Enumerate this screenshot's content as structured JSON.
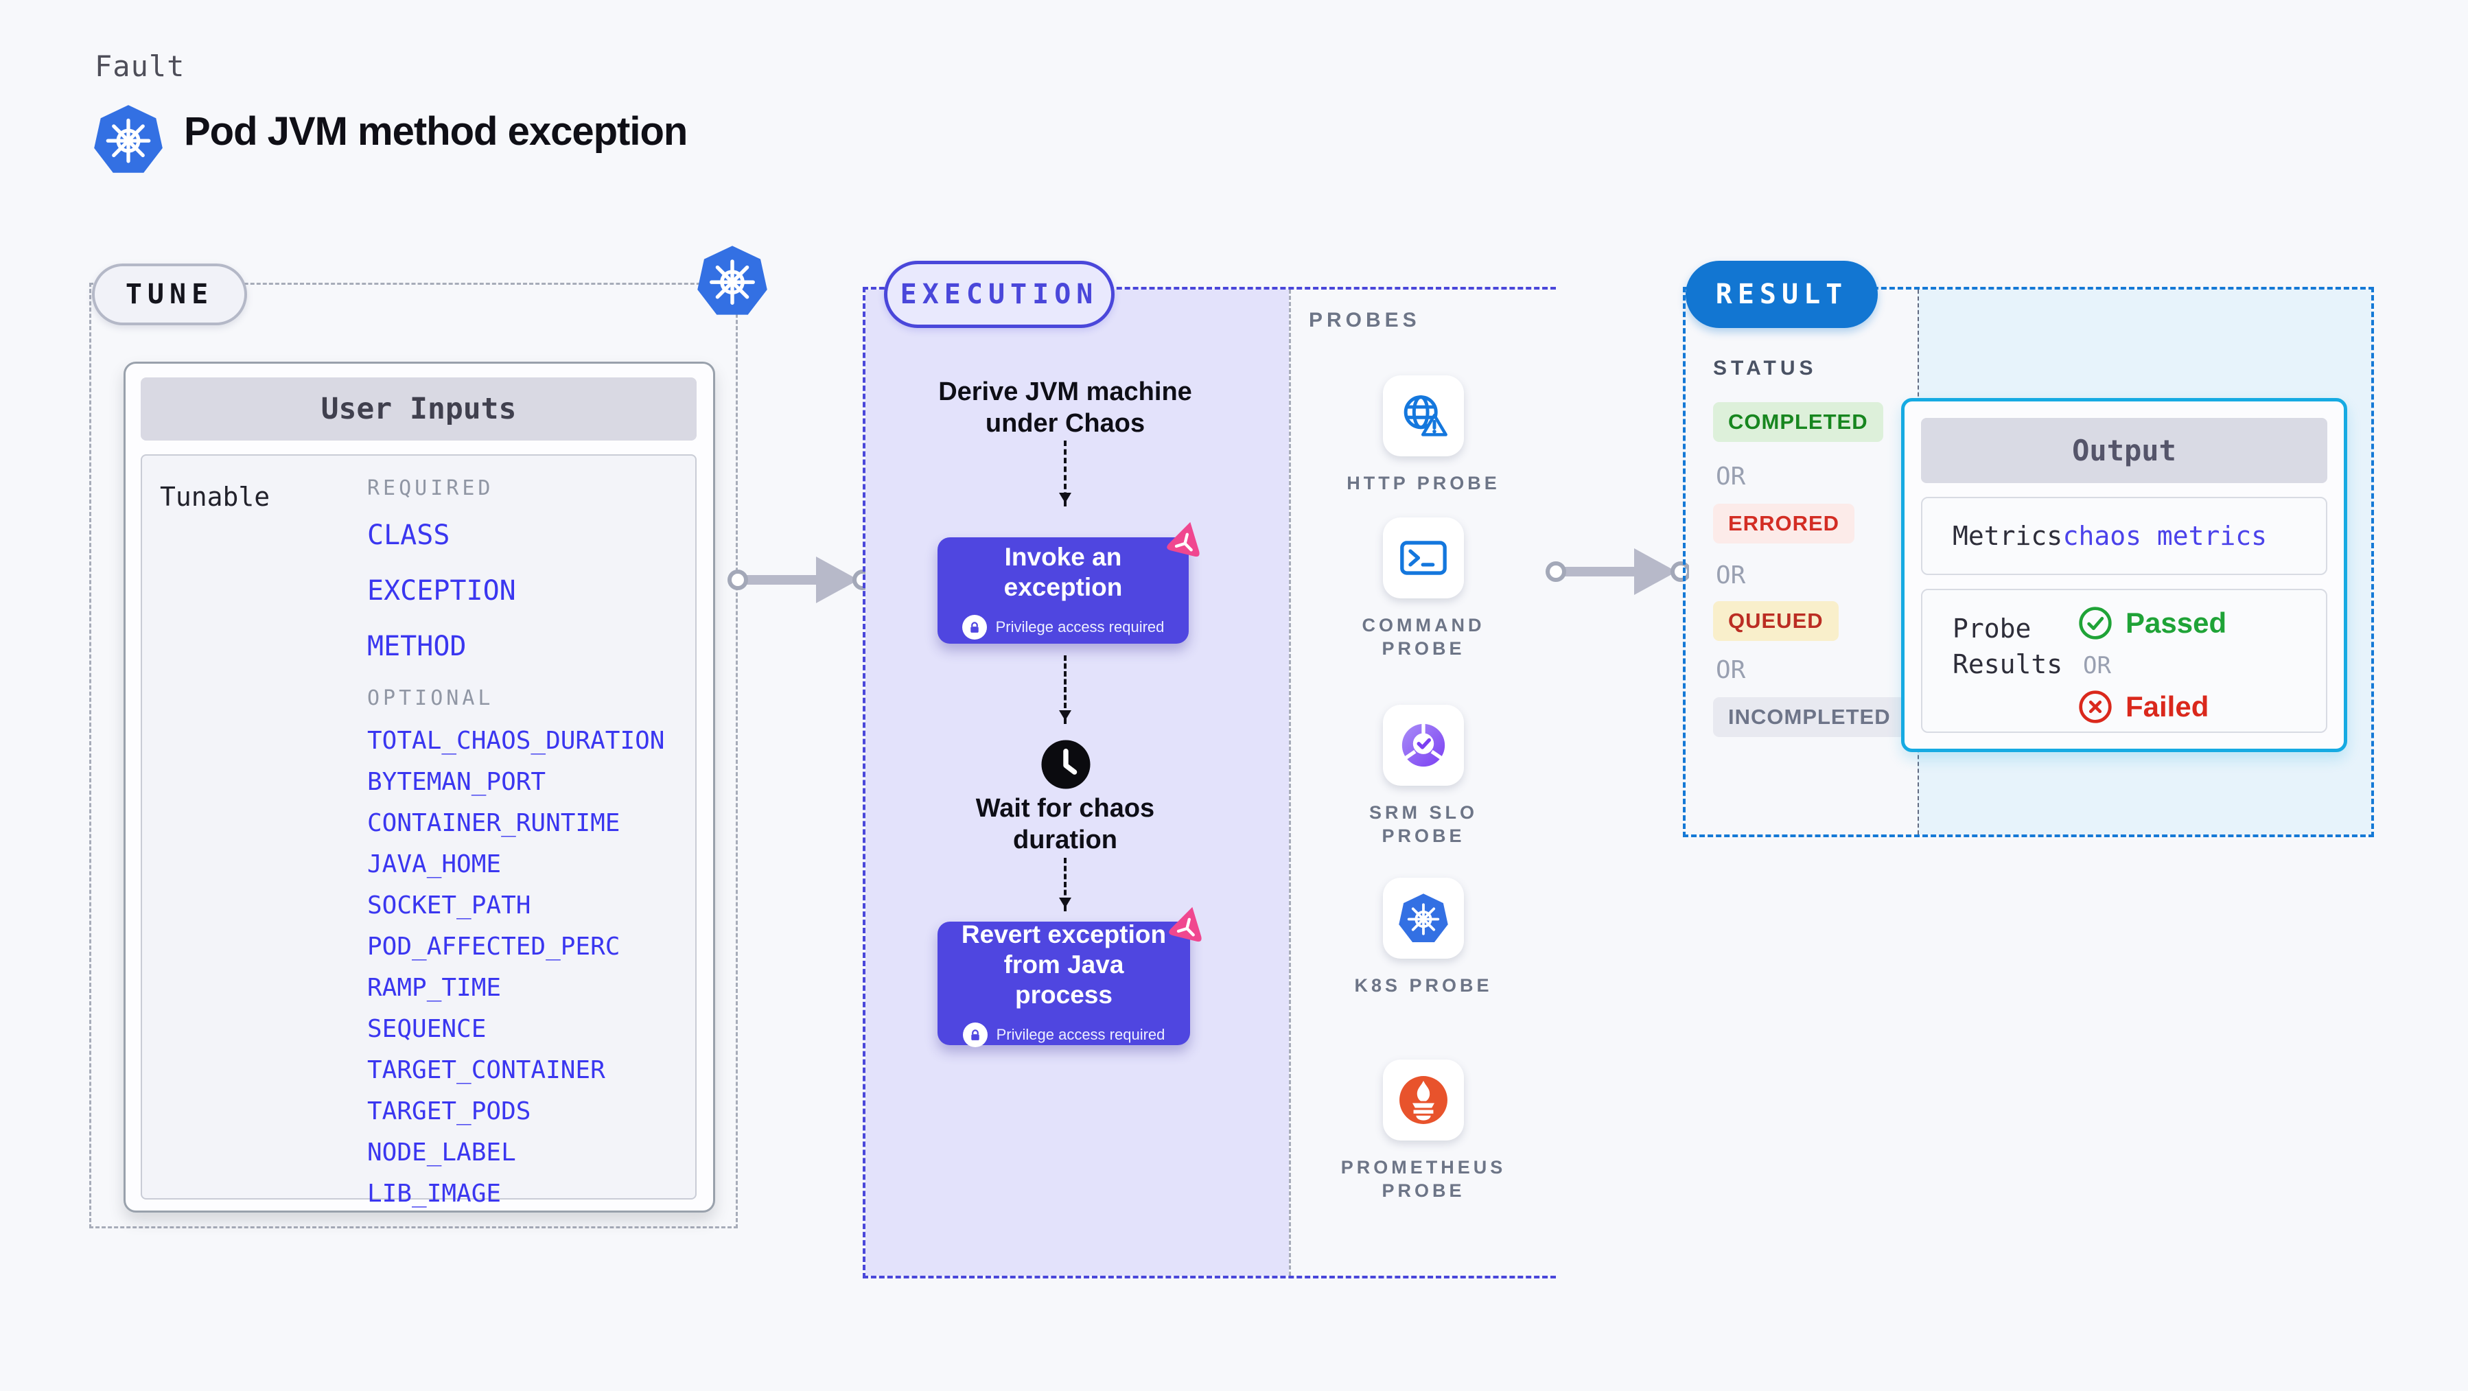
{
  "page": {
    "kicker": "Fault",
    "title": "Pod JVM method exception"
  },
  "tune": {
    "badge": "TUNE",
    "table_title": "User Inputs",
    "row_label": "Tunable",
    "required_label": "REQUIRED",
    "required_items": [
      "CLASS",
      "EXCEPTION",
      "METHOD"
    ],
    "optional_label": "OPTIONAL",
    "optional_items": [
      "TOTAL_CHAOS_DURATION",
      "BYTEMAN_PORT",
      "CONTAINER_RUNTIME",
      "JAVA_HOME",
      "SOCKET_PATH",
      "POD_AFFECTED_PERC",
      "RAMP_TIME",
      "SEQUENCE",
      "TARGET_CONTAINER",
      "TARGET_PODS",
      "NODE_LABEL",
      "LIB_IMAGE"
    ]
  },
  "execution": {
    "badge": "EXECUTION",
    "step_derive": "Derive JVM machine under Chaos",
    "step_invoke": "Invoke an exception",
    "step_wait": "Wait for chaos duration",
    "step_revert": "Revert exception from Java process",
    "privilege_note": "Privilege access required"
  },
  "probes": {
    "title": "PROBES",
    "items": [
      {
        "icon": "globe-alert-icon",
        "label": "HTTP PROBE"
      },
      {
        "icon": "terminal-icon",
        "label": "COMMAND PROBE"
      },
      {
        "icon": "slo-donut-check-icon",
        "label": "SRM SLO PROBE"
      },
      {
        "icon": "kubernetes-icon",
        "label": "K8S PROBE"
      },
      {
        "icon": "prometheus-flame-icon",
        "label": "PROMETHEUS PROBE"
      }
    ]
  },
  "result": {
    "badge": "RESULT",
    "status_label": "STATUS",
    "or_label": "OR",
    "statuses": [
      {
        "label": "COMPLETED",
        "text_color": "#17861f",
        "bg_color": "#ddf0da"
      },
      {
        "label": "ERRORED",
        "text_color": "#d32d24",
        "bg_color": "#fcebe9"
      },
      {
        "label": "QUEUED",
        "text_color": "#bb2d23",
        "bg_color": "#f9efcb"
      },
      {
        "label": "INCOMPLETED",
        "text_color": "#6d7488",
        "bg_color": "#e8e9f0"
      }
    ],
    "output": {
      "title": "Output",
      "metrics_label": "Metrics",
      "metrics_value": "chaos metrics",
      "probe_results_label": "Probe Results",
      "passed_label": "Passed",
      "failed_label": "Failed"
    }
  },
  "colors": {
    "kubernetes_blue": "#3370e3",
    "execution_indigo": "#4a47da",
    "step_button_indigo": "#4f46e0",
    "chaos_pink": "#f0478f",
    "result_blue": "#1276d2",
    "output_border_cyan": "#16aae2",
    "link_indigo": "#3a36f0",
    "passed_green": "#1fa337",
    "failed_red": "#da281c",
    "probe_icon_blue": "#1477dd",
    "prometheus_orange": "#e8532c",
    "srm_purple": "#7b3ff2"
  }
}
